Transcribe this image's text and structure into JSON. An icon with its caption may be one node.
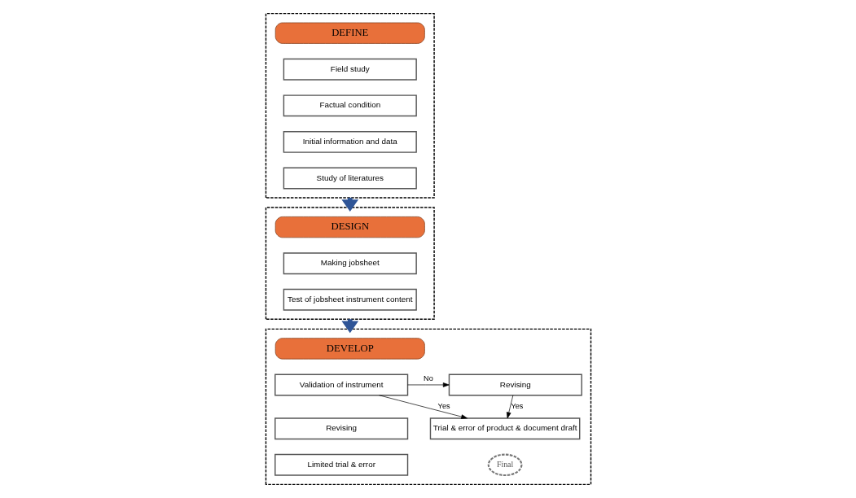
{
  "diagram": {
    "nodes": [
      {
        "text": [],
        "shape": "box"
      },
      {
        "text": [
          "DEFINE"
        ],
        "in": 0
      },
      {
        "text": [
          "Field study"
        ],
        "in": 0
      },
      {
        "text": [
          "Factual condition"
        ],
        "in": 0
      },
      {
        "text": [
          "Initial information and data"
        ],
        "in": 0
      },
      {
        "text": [
          "Study of literatures"
        ],
        "in": 0
      },
      {
        "text": [],
        "shape": "box"
      },
      {
        "text": [
          "DESIGN"
        ],
        "in": 6
      },
      {
        "text": [
          "Making jobsheet"
        ],
        "in": 6
      },
      {
        "text": [
          "Test of jobsheet instrument content"
        ],
        "in": 6
      },
      {
        "text": [],
        "shape": "box"
      },
      {
        "text": [
          "DEVELOP"
        ],
        "in": 10
      },
      {
        "text": [
          "Validation of instrument"
        ],
        "in": 10
      },
      {
        "text": [
          "Revising"
        ],
        "in": 10
      },
      {
        "text": [
          "Trial & error of product & document draft"
        ],
        "in": 10
      },
      {
        "text": [
          "Revising"
        ],
        "in": 10
      },
      {
        "text": [
          "Limited trial & error"
        ],
        "in": 10
      },
      {
        "text": [
          "Final"
        ],
        "in": 10
      }
    ],
    "edges": [
      {
        "from": 0,
        "to": 6,
        "arrow": "to",
        "style": "thick",
        "color": "#2f5597"
      },
      {
        "from": 6,
        "to": 10,
        "arrow": "to",
        "style": "thick",
        "color": "#2f5597"
      },
      {
        "from": 12,
        "to": 13,
        "arrow": "to",
        "label": "No"
      },
      {
        "from": 12,
        "to": 14,
        "arrow": "to",
        "label": "Yes"
      },
      {
        "from": 13,
        "to": 14,
        "arrow": "to",
        "label": "Yes"
      }
    ]
  }
}
